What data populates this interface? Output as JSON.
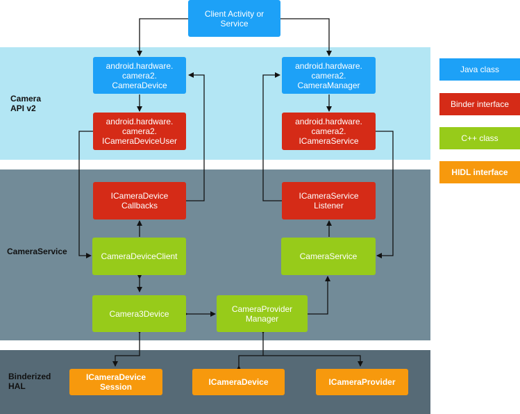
{
  "bands": {
    "camera_api": "Camera\nAPI v2",
    "camera_service": "CameraService",
    "hal": "Binderized\nHAL"
  },
  "boxes": {
    "client": "Client Activity or\nService",
    "camera_device": "android.hardware.\ncamera2.\nCameraDevice",
    "camera_manager": "android.hardware.\ncamera2.\nCameraManager",
    "icamera_device_user": "android.hardware.\ncamera2.\nICameraDeviceUser",
    "icamera_service": "android.hardware.\ncamera2.\nICameraService",
    "icamera_device_callbacks": "ICameraDevice\nCallbacks",
    "icamera_service_listener": "ICameraService\nListener",
    "camera_device_client": "CameraDeviceClient",
    "camera_service": "CameraService",
    "camera3_device": "Camera3Device",
    "camera_provider_manager": "CameraProvider\nManager",
    "icamera_device_session": "ICameraDevice\nSession",
    "icamera_device": "ICameraDevice",
    "icamera_provider": "ICameraProvider"
  },
  "legend": {
    "java": "Java class",
    "binder": "Binder interface",
    "cpp": "C++ class",
    "hidl": "HIDL interface"
  },
  "colors": {
    "java": "#1da1f7",
    "binder": "#d52b17",
    "cpp": "#97cb1a",
    "hidl": "#f7990d",
    "band_api": "#b3e6f4",
    "band_service": "#728b98",
    "band_hal": "#566a76"
  }
}
